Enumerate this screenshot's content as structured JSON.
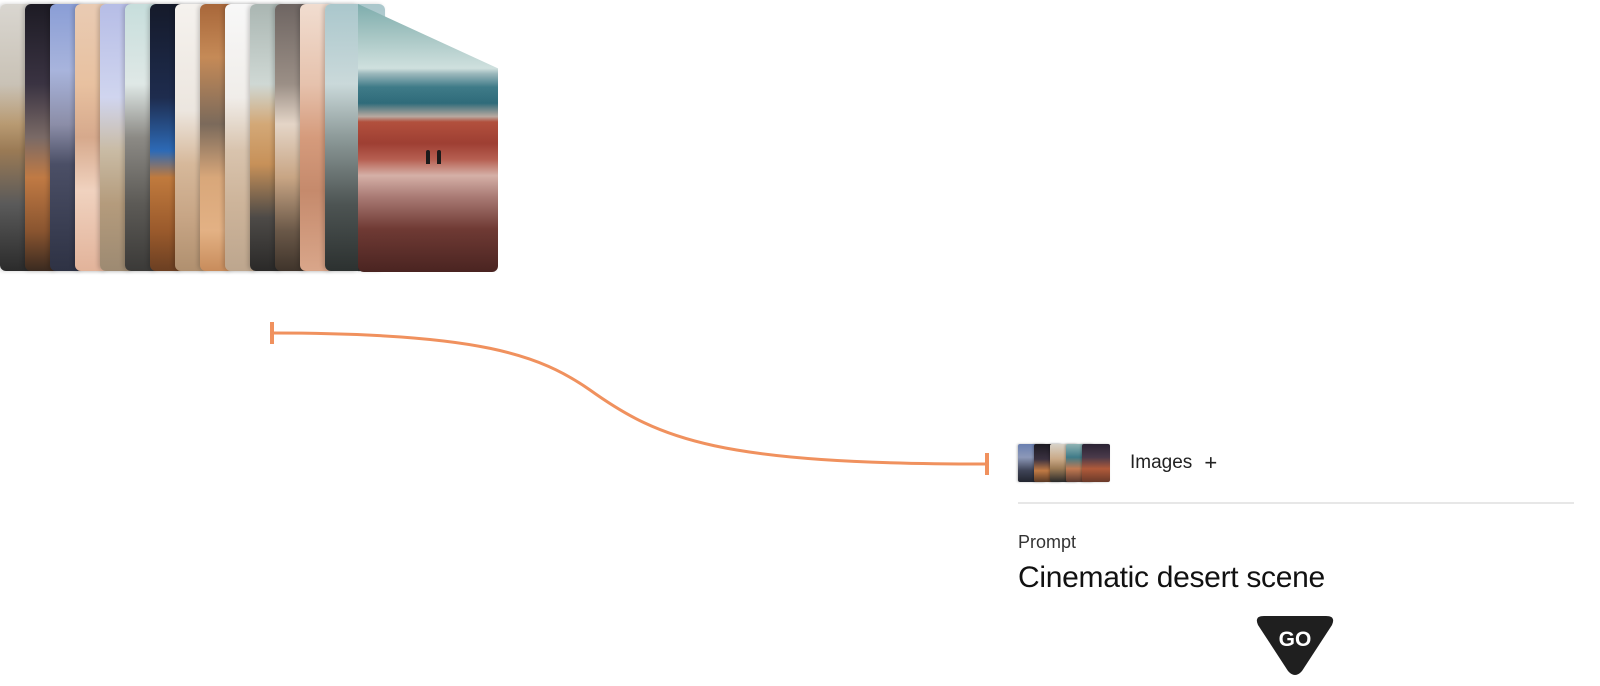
{
  "node": {
    "images_label": "Images",
    "add_symbol": "+",
    "prompt_label": "Prompt",
    "prompt_value": "Cinematic desert scene"
  },
  "go_button": {
    "label": "GO"
  },
  "colors": {
    "connector": "#f0915e",
    "go_button_bg": "#1f1f1f",
    "divider": "#e7e7e7"
  },
  "icons": {
    "add": "plus-icon"
  }
}
